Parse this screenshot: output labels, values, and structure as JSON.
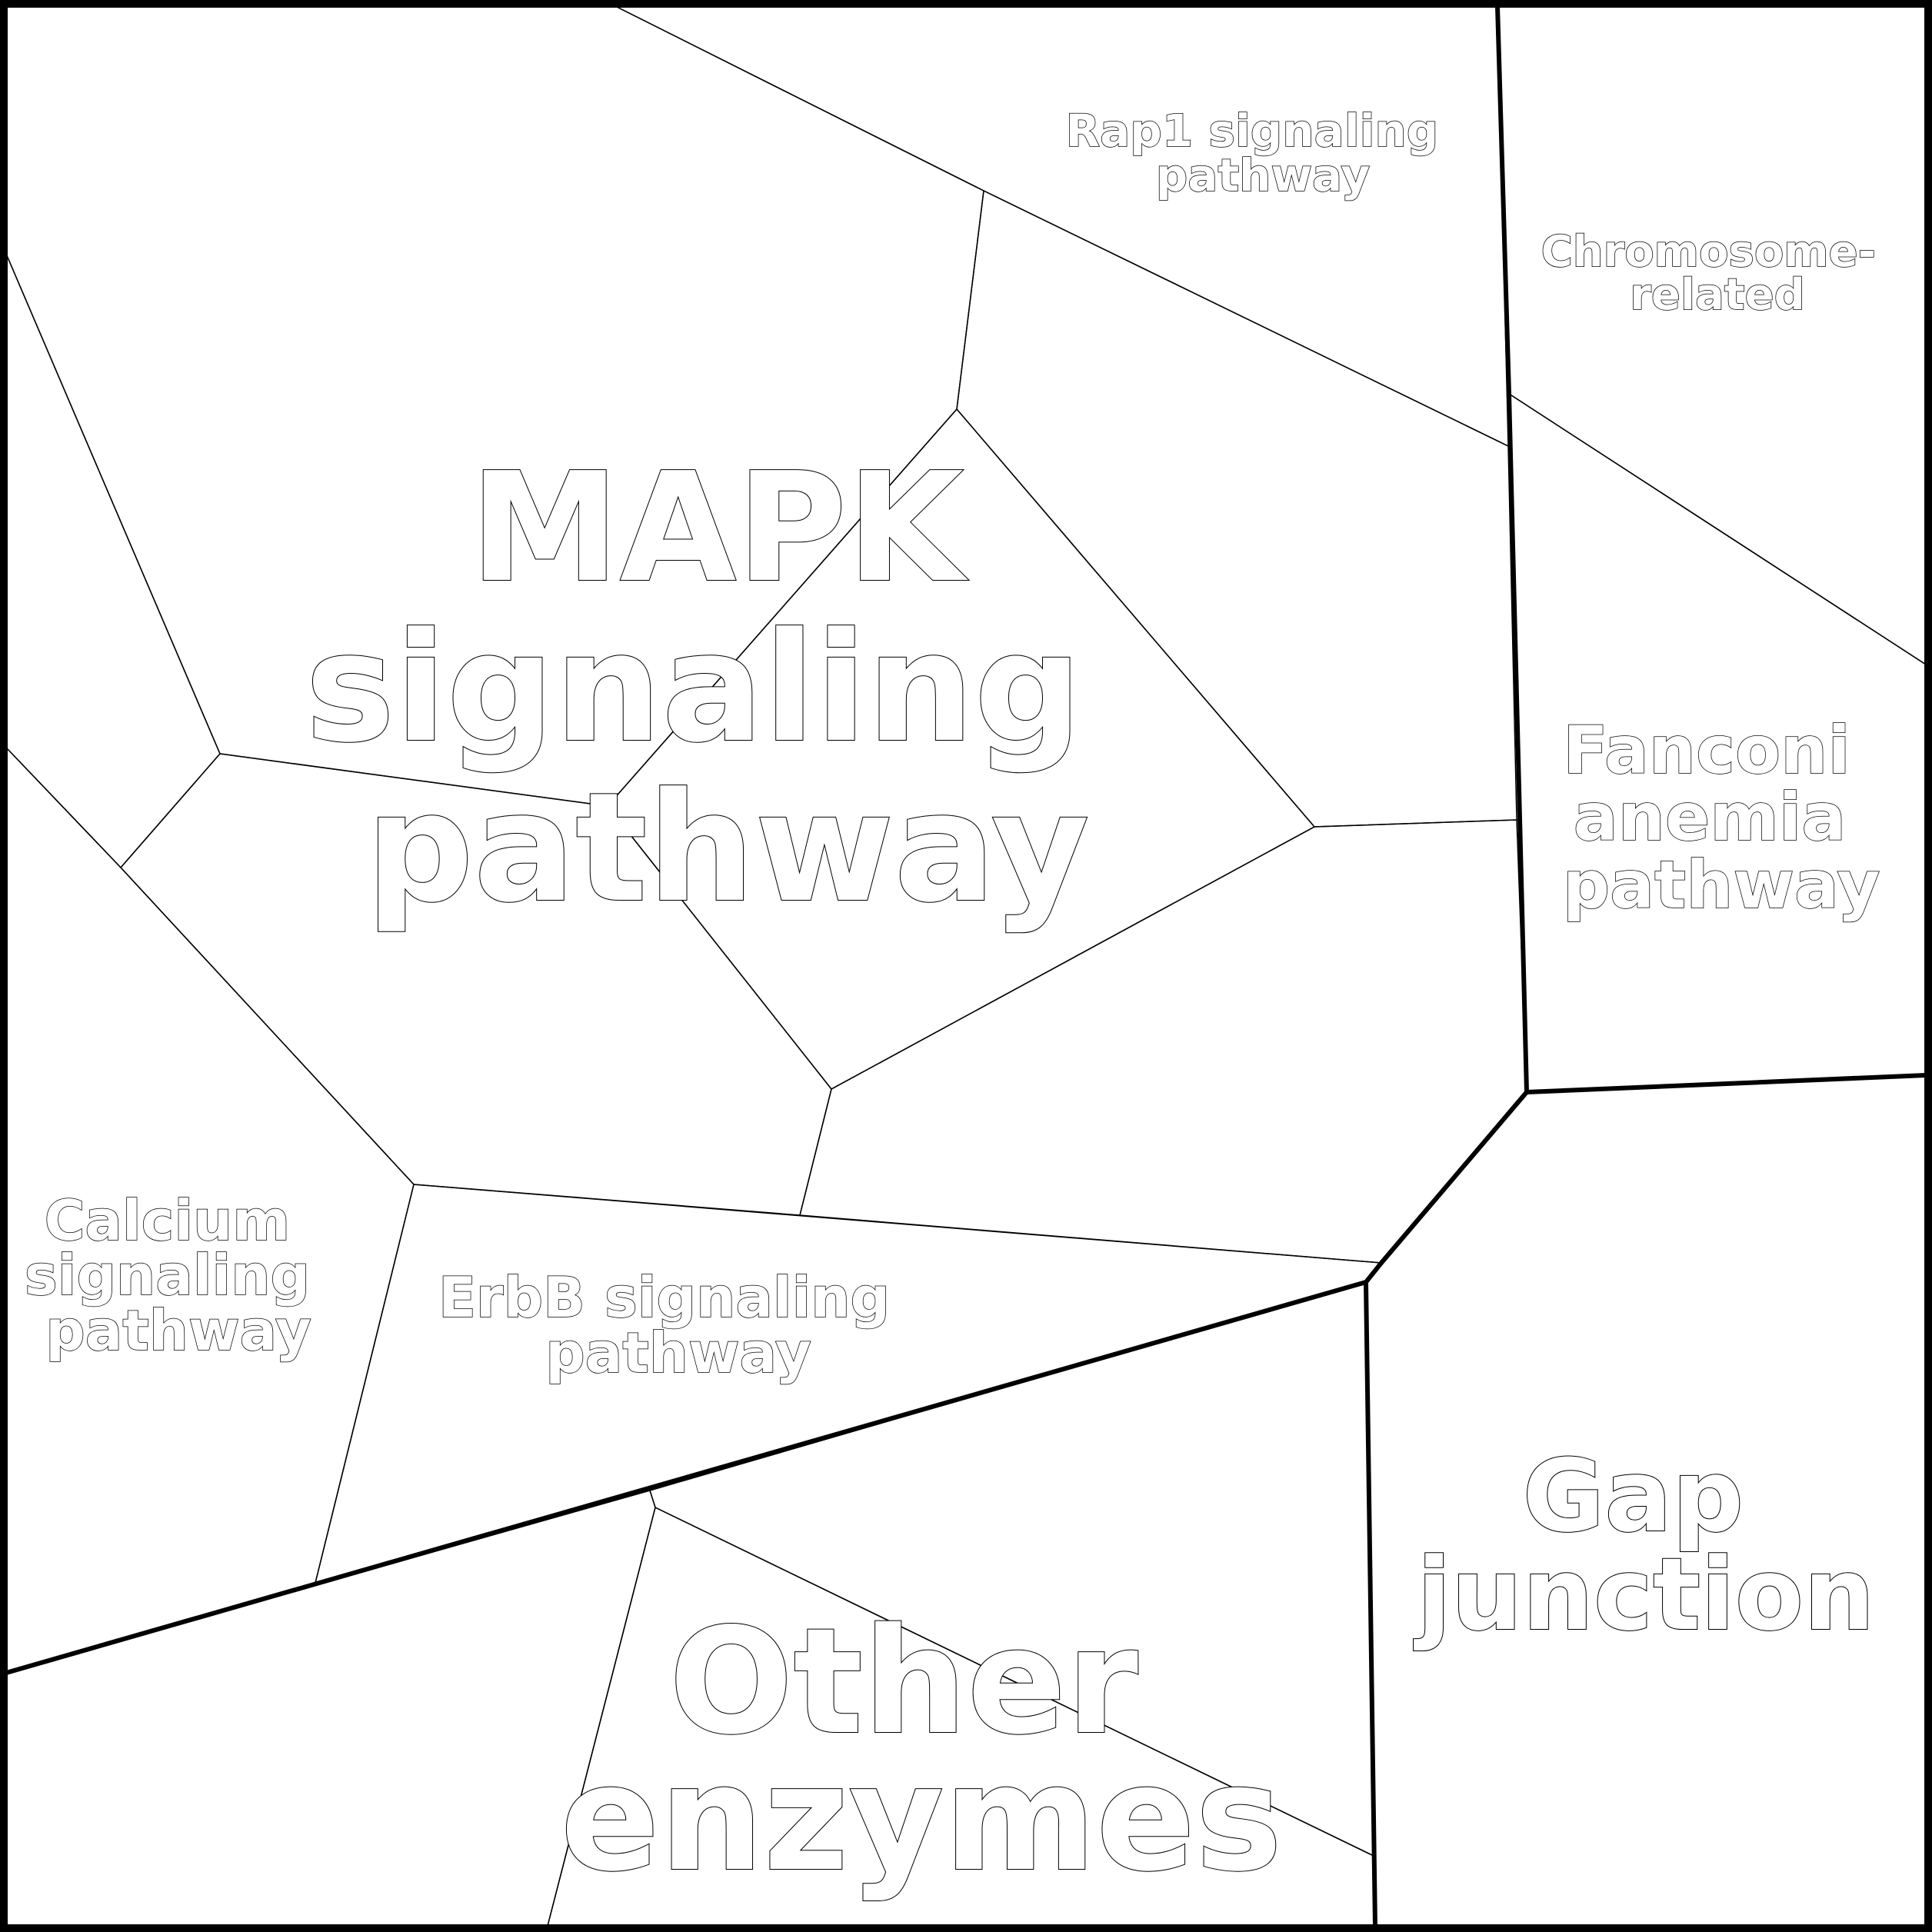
{
  "diagram": {
    "type": "voronoi-treemap",
    "regions": [
      {
        "name": "MAPK signaling pathway",
        "color": "#0bbcd9",
        "label_lines": [
          "MAPK",
          "signaling",
          "pathway"
        ],
        "subcell_colors": [
          "#0bbcd9",
          "#11c3e4",
          "#0ac5e2",
          "#0fc2e3",
          "#08c3e0",
          "#10cde0"
        ]
      },
      {
        "name": "Rap1 signaling pathway",
        "color": "#00bfbd",
        "label_lines": [
          "Rap1 signaling",
          "pathway"
        ]
      },
      {
        "name": "Chromosome-related",
        "color": "#9cd5ff",
        "label_lines": [
          "Chromosome-",
          "related"
        ]
      },
      {
        "name": "Fanconi anemia pathway",
        "color": "#7ba2e8",
        "label_lines": [
          "Fanconi",
          "anemia",
          "pathway"
        ]
      },
      {
        "name": "Calcium signaling pathway",
        "color": "#06b7d6",
        "label_lines": [
          "Calcium",
          "signaling",
          "pathway"
        ]
      },
      {
        "name": "ErbB signaling pathway",
        "color": "#10dbd5",
        "label_lines": [
          "ErbB signaling",
          "pathway"
        ]
      },
      {
        "name": "Gap junction",
        "color": "#e84c57",
        "label_lines": [
          "Gap",
          "junction"
        ]
      },
      {
        "name": "Other enzymes",
        "color": "#dab370",
        "label_lines": [
          "Other",
          "enzymes"
        ],
        "subcell_colors": [
          "#ebb776",
          "#d5ae6d",
          "#dcb471"
        ]
      }
    ]
  }
}
